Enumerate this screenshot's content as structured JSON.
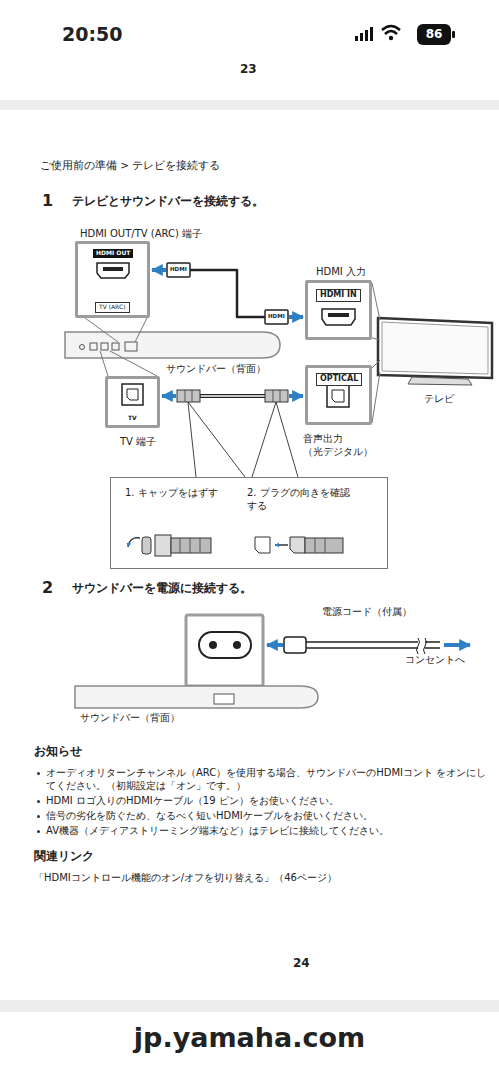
{
  "diagram": {
    "nodes": [
      {
        "text": [
          "HDMI OUT/TV (ARC) 端子",
          "HDMI OUT",
          "TV (ARC)"
        ]
      },
      {
        "text": [
          "HDMI 入力",
          "HDMI IN"
        ]
      },
      {
        "text": [
          "TV",
          "TV 端子"
        ]
      },
      {
        "text": [
          "OPTICAL",
          "音声出力 （光デジタル）"
        ]
      },
      {
        "text": [
          "1. キャップをはずす",
          "2. プラグの向きを確認 する"
        ]
      }
    ],
    "edges": [
      {
        "from": 0,
        "to": 1,
        "arrow": "both"
      },
      {
        "from": 2,
        "to": 3,
        "arrow": "both"
      }
    ],
    "labels": [
      "20:50",
      "86",
      "23",
      "ご使用前の準備 > テレビを接続する",
      "1",
      "テレビとサウンドバーを接続する。",
      "HDMI",
      "HDMI",
      "サウンドバー（背面）",
      "テレビ",
      "2",
      "サウンドバーを電源に接続する。",
      "電源コード（付属）",
      "コンセントへ",
      "サウンドバー（背面）",
      "お知らせ",
      "オーディオリターンチャンネル（ARC）を使用する場合、サウンドバーのHDMIコント をオンにしてください。（初期設定は「オン」です。）",
      "HDMI ロゴ入りのHDMIケーブル（19 ピン）をお使いください。",
      "信号の劣化を防ぐため、なるべく短いHDMIケーブルをお使いください。",
      "AV機器（メディアストリーミング端末など）はテレビに接続してください。",
      "関連リンク",
      "「HDMIコントロール機能のオン/オフを切り替える」（46ページ）",
      "24",
      "jp.yamaha.com"
    ]
  }
}
